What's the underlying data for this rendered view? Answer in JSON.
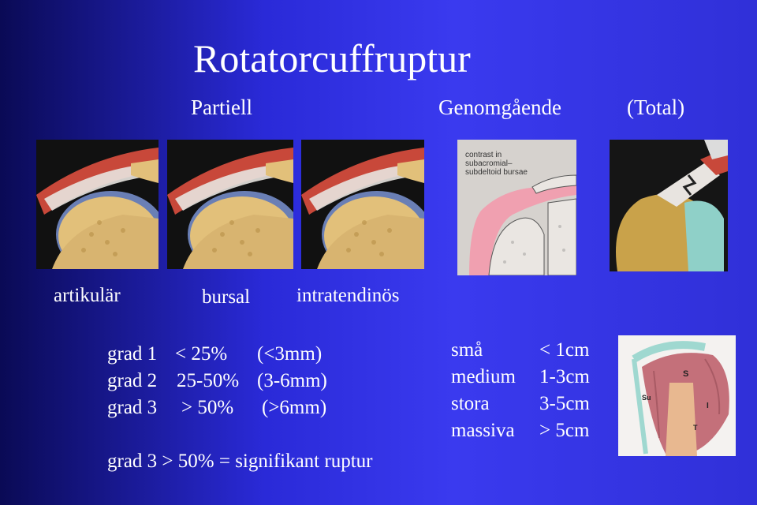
{
  "title": "Rotatorcuffruptur",
  "subtitles": {
    "partial": "Partiell",
    "full": "Genomgående",
    "total": "(Total)"
  },
  "captions": {
    "articular": "artikulär",
    "bursal": "bursal",
    "intratendinous": "intratendinös"
  },
  "xray_label": {
    "line1": "contrast in",
    "line2": "subacromial–",
    "line3": "subdeltoid bursae"
  },
  "anatomy_labels": {
    "s": "S",
    "su": "Su",
    "i": "I",
    "t": "T"
  },
  "grades": [
    {
      "label": "grad 1",
      "pct": "< 25%",
      "mm": "(<3mm)"
    },
    {
      "label": "grad 2",
      "pct": "25-50%",
      "mm": "(3-6mm)"
    },
    {
      "label": "grad 3",
      "pct": "> 50%",
      "mm": "(>6mm)"
    }
  ],
  "grade_note": "grad 3 > 50% = signifikant ruptur",
  "sizes": [
    {
      "label": "små",
      "value": "< 1cm"
    },
    {
      "label": "medium",
      "value": "1-3cm"
    },
    {
      "label": "stora",
      "value": "3-5cm"
    },
    {
      "label": "massiva",
      "value": "> 5cm"
    }
  ],
  "colors": {
    "bone": "#e2c07a",
    "muscle": "#c8483a",
    "tendon": "#e8e4e0",
    "contrast": "#f0a0b0"
  }
}
